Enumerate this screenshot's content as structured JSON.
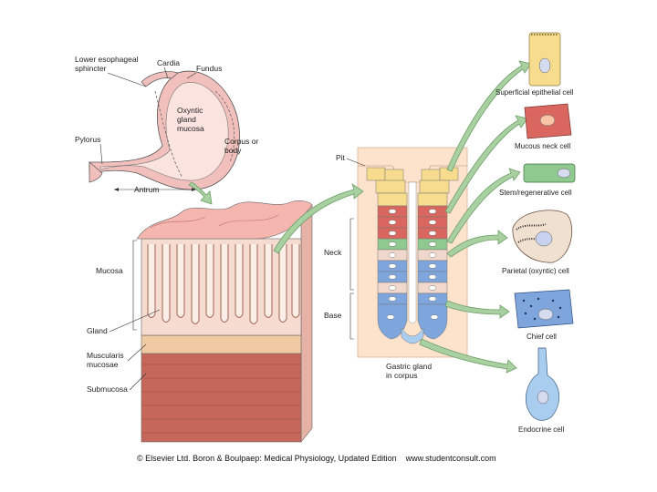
{
  "stomach_labels": {
    "les": [
      "Lower esophageal",
      "sphincter"
    ],
    "cardia": "Cardia",
    "fundus": "Fundus",
    "oxyntic": [
      "Oxyntic",
      "gland",
      "mucosa"
    ],
    "pylorus": "Pylorus",
    "corpus": [
      "Corpus or",
      "body"
    ],
    "antrum": "Antrum"
  },
  "wall_labels": {
    "mucosa": "Mucosa",
    "gland": "Gland",
    "muscularis": [
      "Muscularis",
      "mucosae"
    ],
    "submucosa": "Submucosa"
  },
  "gland_labels": {
    "pit": "Pit",
    "neck": "Neck",
    "base": "Base",
    "caption": [
      "Gastric gland",
      "in corpus"
    ]
  },
  "cell_types": [
    {
      "name": "Superficial epithelial cell",
      "color": "#f6dc8c"
    },
    {
      "name": "Mucous neck cell",
      "color": "#d9675f"
    },
    {
      "name": "Stem/regenerative cell",
      "color": "#8fc98f"
    },
    {
      "name": "Parietal (oxyntic) cell",
      "color": "#f0e0d0"
    },
    {
      "name": "Chief cell",
      "color": "#7fa6dc"
    },
    {
      "name": "Endocrine cell",
      "color": "#a9cdee"
    }
  ],
  "credit": "© Elsevier Ltd. Boron & Boulpaep: Medical Physiology, Updated Edition    www.studentconsult.com"
}
